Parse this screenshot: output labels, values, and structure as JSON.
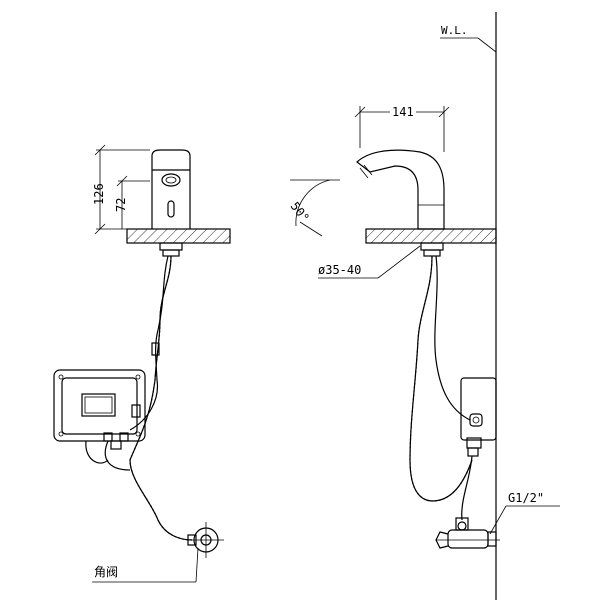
{
  "labels": {
    "water_line": "W.L.",
    "height_total": "126",
    "height_sensor": "72",
    "spout_reach": "141",
    "angle": "50°",
    "hole_diameter": "ø35-40",
    "thread": "G1/2\"",
    "angle_valve": "角阀"
  },
  "colors": {
    "line": "#000000",
    "background": "#ffffff"
  }
}
